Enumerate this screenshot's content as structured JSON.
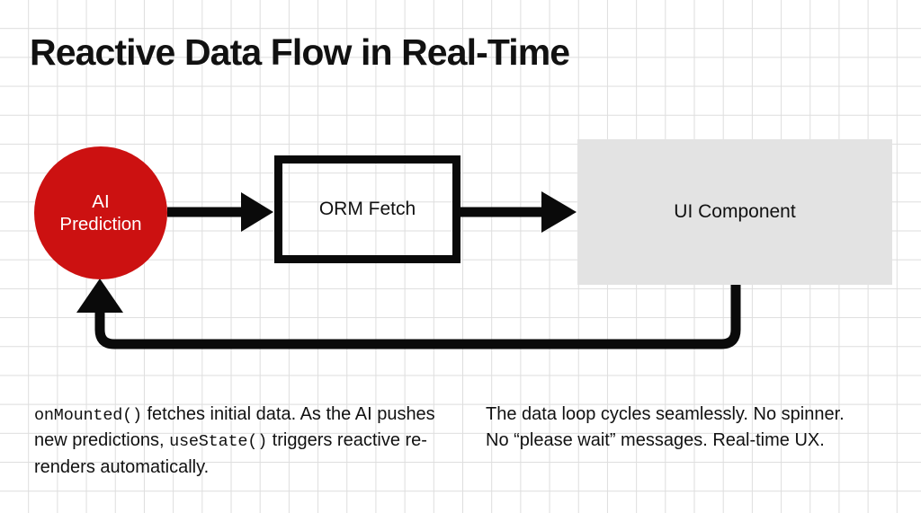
{
  "diagram": {
    "title": "Reactive Data Flow in Real-Time",
    "nodes": {
      "ai_prediction": {
        "label_line1": "AI",
        "label_line2": "Prediction",
        "shape": "circle",
        "fill_color": "#CC1111",
        "text_color": "#FFFFFF"
      },
      "orm_fetch": {
        "label": "ORM Fetch",
        "shape": "rectangle-outline",
        "border_color": "#0A0A0A",
        "fill_color": "transparent",
        "text_color": "#111111"
      },
      "ui_component": {
        "label": "UI Component",
        "shape": "rectangle-filled",
        "fill_color": "#E3E3E3",
        "text_color": "#111111"
      }
    },
    "edges": [
      {
        "name": "ai-to-orm",
        "from": "AI Prediction",
        "to": "ORM Fetch",
        "style": "straight-arrow",
        "color": "#0A0A0A"
      },
      {
        "name": "orm-to-ui",
        "from": "ORM Fetch",
        "to": "UI Component",
        "style": "straight-arrow",
        "color": "#0A0A0A"
      },
      {
        "name": "ui-to-ai-feedback",
        "from": "UI Component",
        "to": "AI Prediction",
        "style": "rounded-loop-arrow",
        "color": "#0A0A0A"
      }
    ]
  },
  "captions": {
    "left": {
      "part1_code": "onMounted()",
      "part2_text": " fetches initial data. As the AI pushes new predictions, ",
      "part3_code": "useState()",
      "part4_text": " triggers reactive re-renders automatically."
    },
    "right": {
      "text": "The data loop cycles seamlessly. No spinner. No “please wait” messages. Real-time UX."
    }
  },
  "background": {
    "grid_line_color": "#DEDEDE",
    "page_color": "#FFFFFF"
  }
}
